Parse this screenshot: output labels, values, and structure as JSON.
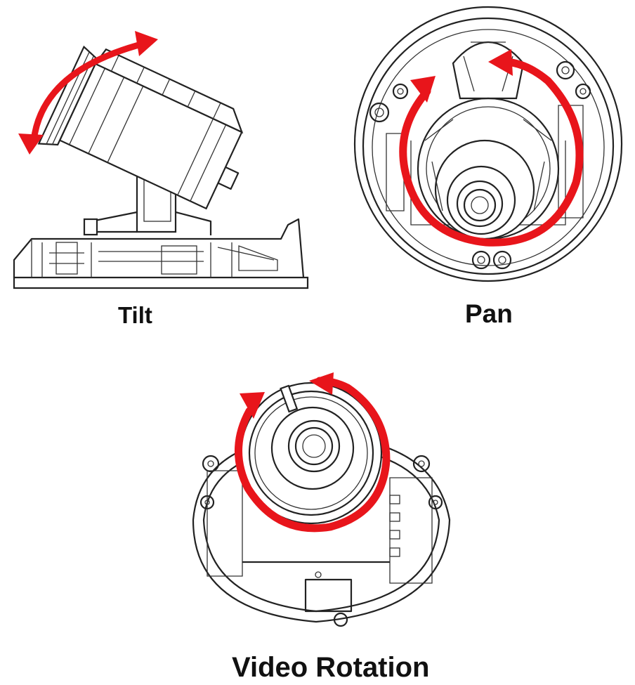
{
  "panels": {
    "tilt": {
      "label": "Tilt"
    },
    "pan": {
      "label": "Pan"
    },
    "rotation": {
      "label": "Video Rotation"
    }
  },
  "colors": {
    "arrow": "#e8151b",
    "line": "#222222",
    "background": "#ffffff"
  },
  "icons": [
    "double-headed-curved-arrow-icon",
    "circular-arrow-icon"
  ]
}
